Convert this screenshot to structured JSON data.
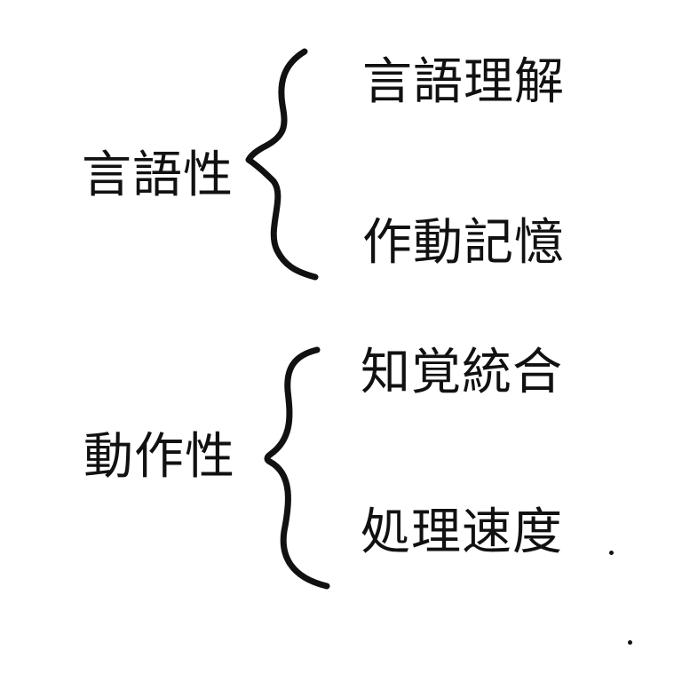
{
  "groups": [
    {
      "label": "言語性",
      "items": [
        "言語理解",
        "作動記憶"
      ]
    },
    {
      "label": "動作性",
      "items": [
        "知覚統合",
        "処理速度"
      ]
    }
  ]
}
